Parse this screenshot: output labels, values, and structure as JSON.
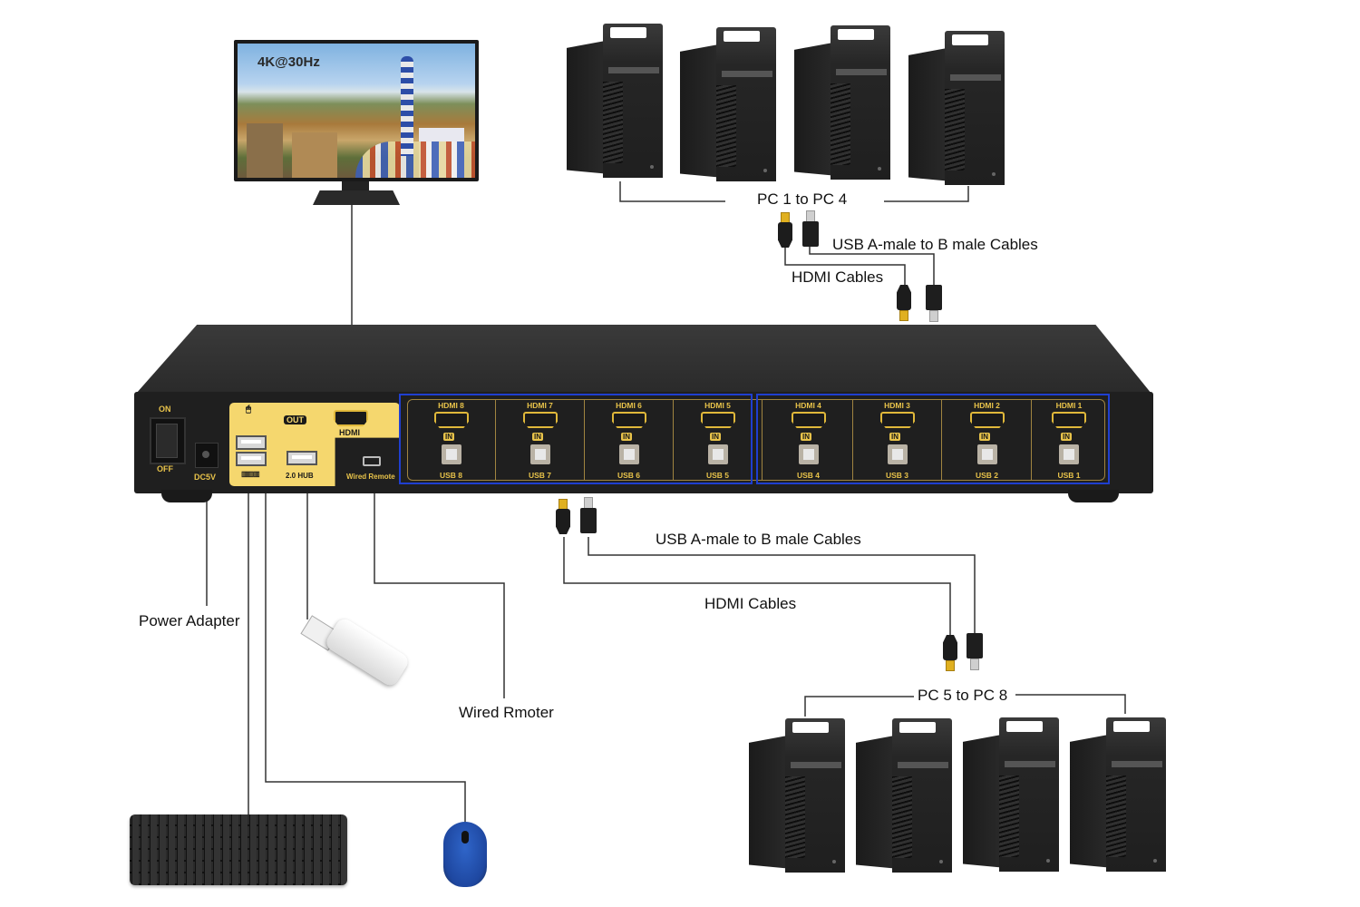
{
  "monitor": {
    "resolution_label": "4K@30Hz"
  },
  "groups": {
    "top_pcs_label": "PC 1 to PC 4",
    "bottom_pcs_label": "PC 5 to PC 8"
  },
  "cables": {
    "top_usb_label": "USB A-male to B male Cables",
    "top_hdmi_label": "HDMI Cables",
    "bottom_usb_label": "USB A-male to B male Cables",
    "bottom_hdmi_label": "HDMI Cables"
  },
  "peripherals": {
    "power_adapter_label": "Power Adapter",
    "wired_remote_label": "Wired Rmoter"
  },
  "kvm": {
    "switch_on": "ON",
    "switch_off": "OFF",
    "dc_label": "DC5V",
    "out_label": "OUT",
    "hdmi_out_label": "HDMI",
    "hub_label": "2.0 HUB",
    "remote_port_label": "Wired Remote",
    "in_label": "IN",
    "ports": [
      {
        "hdmi": "HDMI 8",
        "usb": "USB 8"
      },
      {
        "hdmi": "HDMI 7",
        "usb": "USB 7"
      },
      {
        "hdmi": "HDMI 6",
        "usb": "USB 6"
      },
      {
        "hdmi": "HDMI 5",
        "usb": "USB 5"
      },
      {
        "hdmi": "HDMI 4",
        "usb": "USB 4"
      },
      {
        "hdmi": "HDMI 3",
        "usb": "USB 3"
      },
      {
        "hdmi": "HDMI 2",
        "usb": "USB 2"
      },
      {
        "hdmi": "HDMI 1",
        "usb": "USB 1"
      }
    ]
  },
  "colors": {
    "panel_yellow": "#f5d76e",
    "port_gold": "#e8c34a",
    "group_outline_blue": "#1f3fd0",
    "device_body": "#1f1f1f"
  }
}
